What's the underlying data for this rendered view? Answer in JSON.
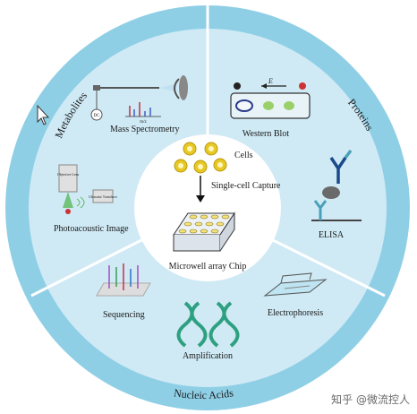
{
  "outer_labels": {
    "metabolites": "Metabolites",
    "proteins": "Proteins",
    "nucleic_acids": "Nucleic Acids"
  },
  "modules": {
    "mass_spec": "Mass Spectrometry",
    "mz": "m/z",
    "dc": "DC",
    "western_blot": "Western Blot",
    "western_e": "E",
    "elisa": "ELISA",
    "photoacoustic": "Photoacoustic Image",
    "objective_lens": "Objective Lens",
    "ultrasonic": "Ultrasonic Transducer",
    "sequencing": "Sequencing",
    "amplification": "Amplification",
    "electrophoresis": "Electrophoresis"
  },
  "center": {
    "cells": "Cells",
    "capture": "Single-cell Capture",
    "chip": "Microwell array Chip"
  },
  "watermark": "知乎 @微流控人",
  "colors": {
    "ring_dark": "#8fcfe6",
    "ring_light": "#cfeaf5",
    "center": "#ffffff",
    "cell": "#e8c823",
    "chip_well": "#f3e27a"
  }
}
